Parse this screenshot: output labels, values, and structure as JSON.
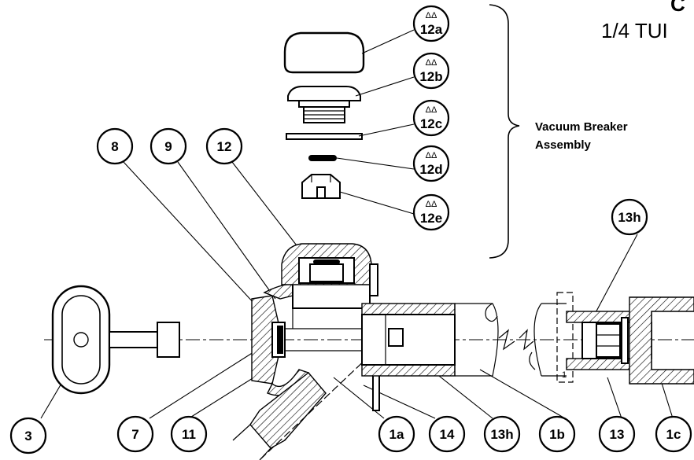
{
  "header": {
    "title_fragment": "C",
    "subtitle_fragment": "1/4 TUI"
  },
  "assembly_label": {
    "line1": "Vacuum Breaker",
    "line2": "Assembly"
  },
  "vacuum_breaker_callouts": [
    {
      "id": "12a",
      "mark": "ΔΔ"
    },
    {
      "id": "12b",
      "mark": "ΔΔ"
    },
    {
      "id": "12c",
      "mark": "ΔΔ"
    },
    {
      "id": "12d",
      "mark": "ΔΔ"
    },
    {
      "id": "12e",
      "mark": "ΔΔ"
    }
  ],
  "upper_callouts": [
    {
      "id": "8"
    },
    {
      "id": "9"
    },
    {
      "id": "12"
    },
    {
      "id": "13h"
    }
  ],
  "bottom_callouts": [
    {
      "id": "3"
    },
    {
      "id": "7"
    },
    {
      "id": "11"
    },
    {
      "id": "1a"
    },
    {
      "id": "14"
    },
    {
      "id": "13h"
    },
    {
      "id": "1b"
    },
    {
      "id": "13"
    },
    {
      "id": "1c"
    }
  ],
  "section_mark": "1"
}
